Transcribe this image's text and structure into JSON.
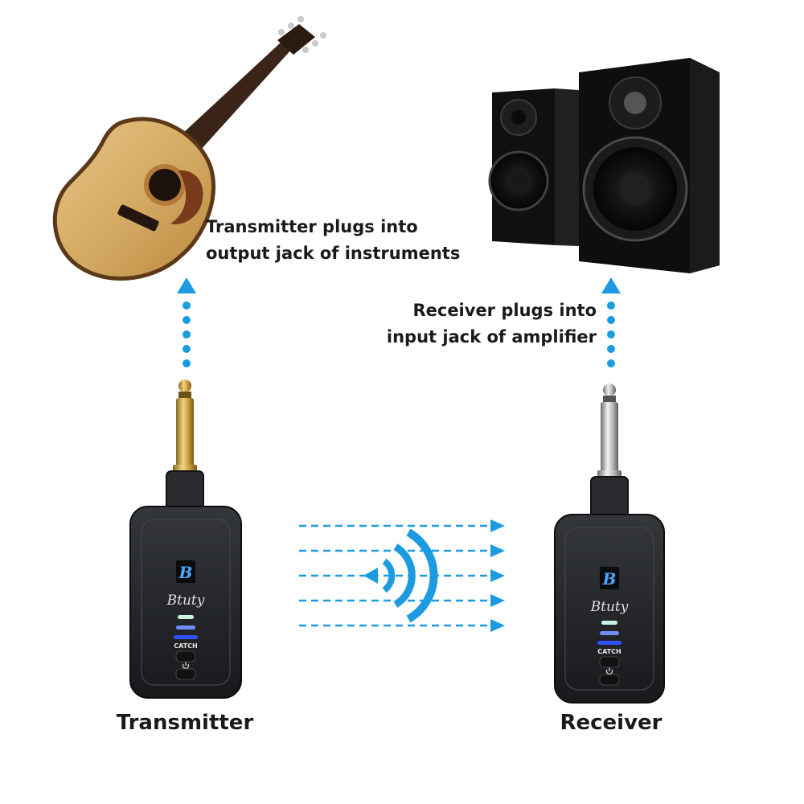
{
  "transmitter": {
    "title": "Transmitter",
    "caption_lines": [
      "Transmitter plugs into",
      "output jack of instruments"
    ],
    "brand_text": "Btuty",
    "logo_letter": "B",
    "button_label": "CATCH"
  },
  "receiver": {
    "title": "Receiver",
    "caption_lines": [
      "Receiver plugs into",
      "input jack of amplifier"
    ],
    "brand_text": "Btuty",
    "logo_letter": "B",
    "button_label": "CATCH"
  },
  "colors": {
    "accent_blue": "#1d9be0",
    "device_body": "#1f2124",
    "led_blue": "#3a5cff",
    "led_green": "#c8f5e0",
    "text": "#1a1a1a"
  },
  "icons": [
    "power-icon",
    "wireless-signal-icon",
    "arrow-up-icon",
    "arrow-right-icon"
  ]
}
